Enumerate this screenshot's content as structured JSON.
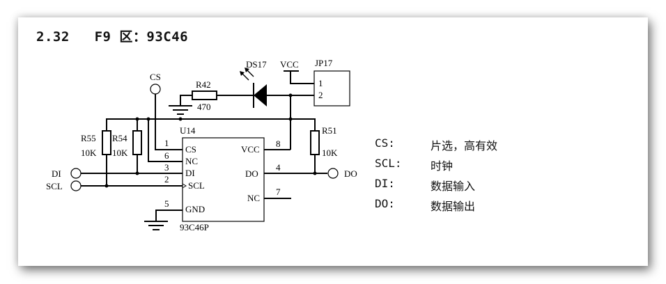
{
  "heading": {
    "section": "2.32",
    "title": "F9 区：93C46"
  },
  "schematic": {
    "nets": {
      "cs": "CS",
      "di": "DI",
      "scl": "SCL",
      "do": "DO",
      "vcc": "VCC"
    },
    "components": {
      "r42": {
        "ref": "R42",
        "value": "470"
      },
      "ds17": {
        "ref": "DS17"
      },
      "jp17": {
        "ref": "JP17",
        "pins": [
          "1",
          "2"
        ]
      },
      "r55": {
        "ref": "R55",
        "value": "10K"
      },
      "r54": {
        "ref": "R54",
        "value": "10K"
      },
      "r51": {
        "ref": "R51",
        "value": "10K"
      },
      "u14": {
        "ref": "U14",
        "part": "93C46P",
        "left_pins": [
          {
            "num": "1",
            "name": "CS"
          },
          {
            "num": "6",
            "name": "NC"
          },
          {
            "num": "3",
            "name": "DI"
          },
          {
            "num": "2",
            "name": "SCL"
          },
          {
            "num": "5",
            "name": "GND"
          }
        ],
        "right_pins": [
          {
            "num": "8",
            "name": "VCC"
          },
          {
            "num": "4",
            "name": "DO"
          },
          {
            "num": "7",
            "name": "NC"
          }
        ]
      }
    }
  },
  "legend": [
    {
      "key": "CS:",
      "desc": "片选，高有效"
    },
    {
      "key": "SCL:",
      "desc": "时钟"
    },
    {
      "key": "DI:",
      "desc": "数据输入"
    },
    {
      "key": "DO:",
      "desc": "数据输出"
    }
  ]
}
